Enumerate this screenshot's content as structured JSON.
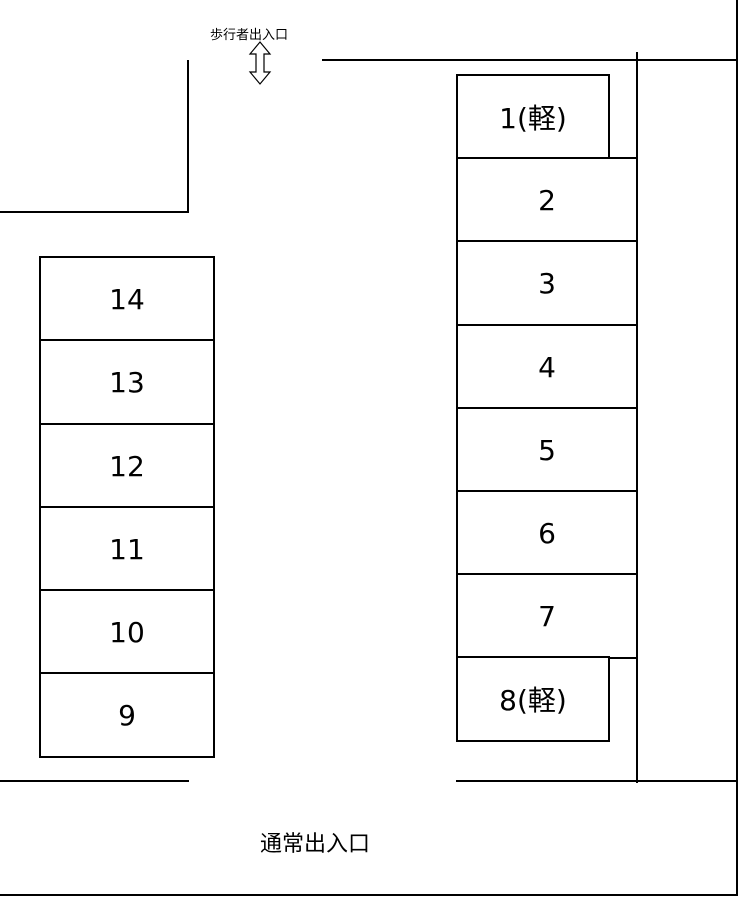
{
  "pedestrian_entrance": {
    "label": "歩行者出入口",
    "icon": "double-arrow-vertical-icon"
  },
  "main_entrance": {
    "label": "通常出入口"
  },
  "right_spaces": [
    "1(軽)",
    "2",
    "3",
    "4",
    "5",
    "6",
    "7",
    "8(軽)"
  ],
  "left_spaces": [
    "14",
    "13",
    "12",
    "11",
    "10",
    "9"
  ]
}
